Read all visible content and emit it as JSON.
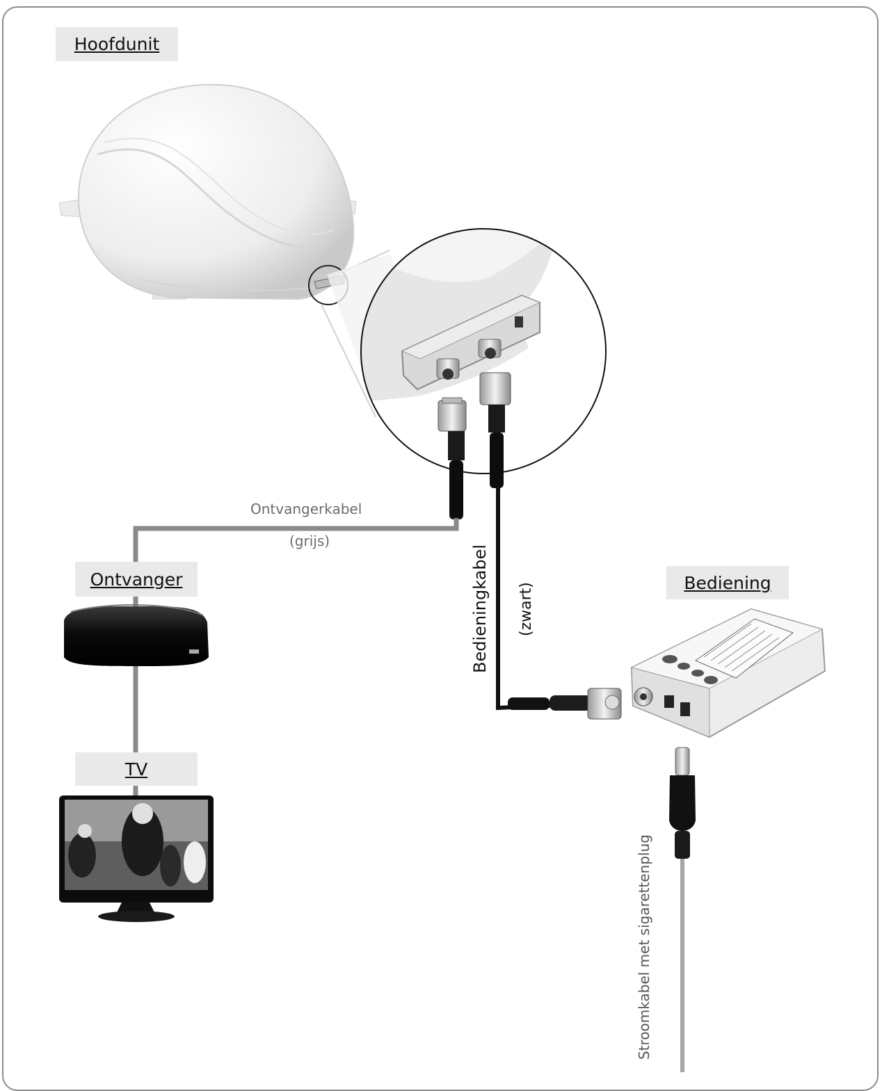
{
  "labels": {
    "hoofdunit": "Hoofdunit",
    "ontvanger": "Ontvanger",
    "tv": "TV",
    "bediening": "Bediening"
  },
  "cables": {
    "ontvangerkabel": "Ontvangerkabel",
    "ontvangerkabel_color": "(grijs)",
    "bedieningkabel": "Bedieningkabel",
    "bedieningkabel_color": "(zwart)",
    "stroomkabel": "Stroomkabel met sigarettenplug"
  },
  "colors": {
    "grey_cable": "#8a8a8a",
    "black_cable": "#111111",
    "label_bg": "#e9e9e9",
    "frame": "#8d8d8d"
  }
}
